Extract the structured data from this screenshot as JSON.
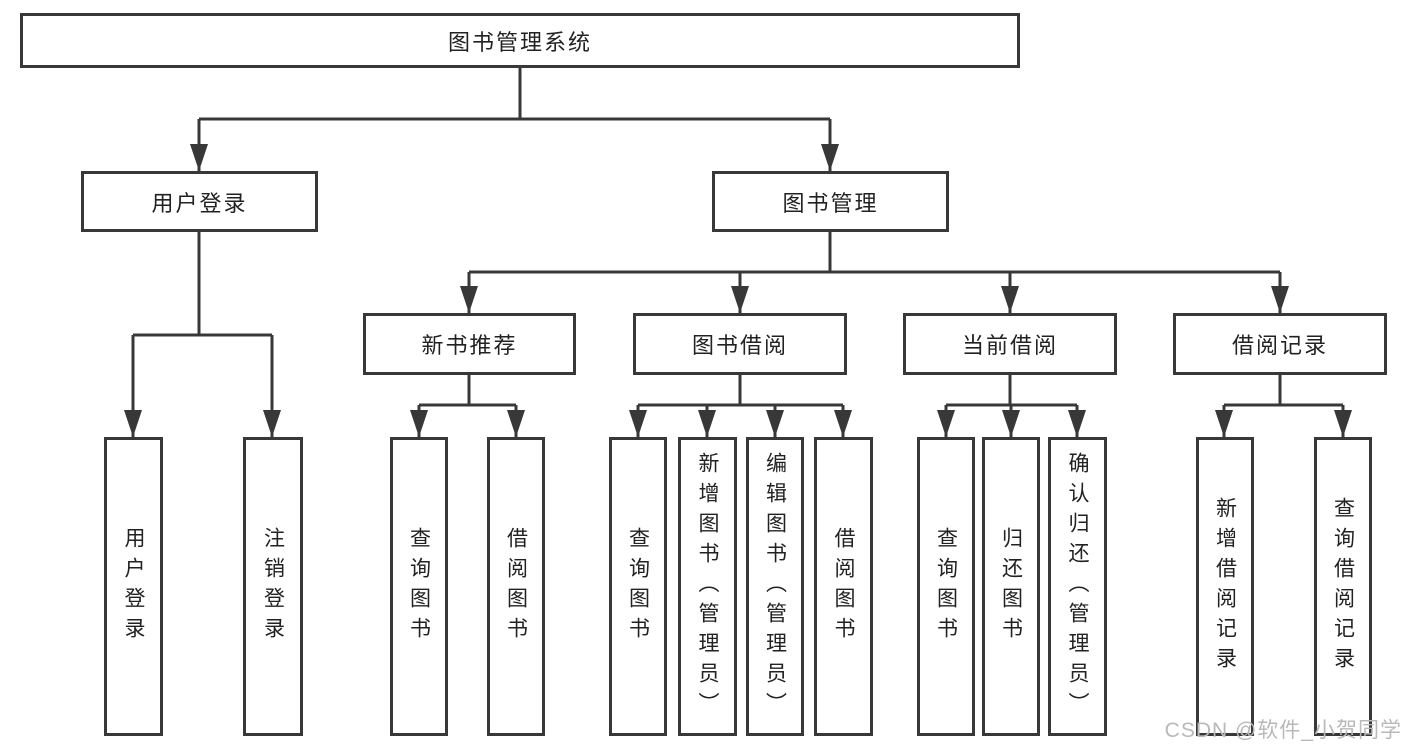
{
  "colors": {
    "line": "#383838",
    "box_border": "#383838",
    "text": "#222222",
    "watermark": "#b9b9b9",
    "background": "#ffffff"
  },
  "tree": {
    "label": "图书管理系统",
    "children": [
      {
        "label": "用户登录",
        "children": [
          {
            "label": "用户登录"
          },
          {
            "label": "注销登录"
          }
        ]
      },
      {
        "label": "图书管理",
        "children": [
          {
            "label": "新书推荐",
            "children": [
              {
                "label": "查询图书"
              },
              {
                "label": "借阅图书"
              }
            ]
          },
          {
            "label": "图书借阅",
            "children": [
              {
                "label": "查询图书"
              },
              {
                "label": "新增图书（管理员）"
              },
              {
                "label": "编辑图书（管理员）"
              },
              {
                "label": "借阅图书"
              }
            ]
          },
          {
            "label": "当前借阅",
            "children": [
              {
                "label": "查询图书"
              },
              {
                "label": "归还图书"
              },
              {
                "label": "确认归还（管理员）"
              }
            ]
          },
          {
            "label": "借阅记录",
            "children": [
              {
                "label": "新增借阅记录"
              },
              {
                "label": "查询借阅记录"
              }
            ]
          }
        ]
      }
    ]
  },
  "watermark": {
    "text": "CSDN @软件_小贺同学"
  }
}
